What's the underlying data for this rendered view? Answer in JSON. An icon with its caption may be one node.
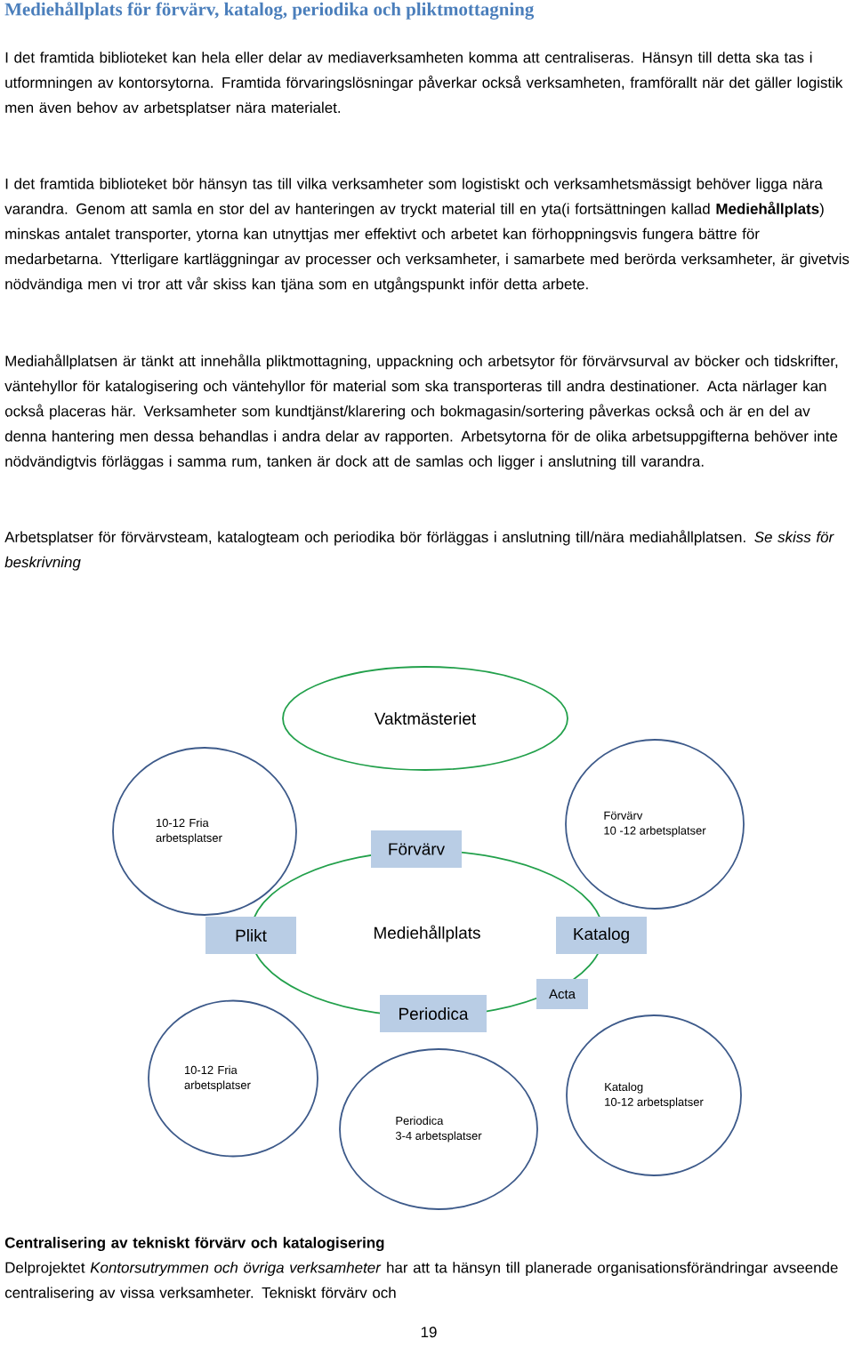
{
  "diagram": {
    "title": "Mediehållplats för förvärv, katalog, periodika och pliktmottagning",
    "nodes": [
      {
        "text": [
          "Vaktmästeriet"
        ]
      },
      {
        "text": [
          "10-12 Fria arbetsplatser"
        ]
      },
      {
        "text": [
          "Förvärv",
          "10 -12 arbetsplatser"
        ]
      },
      {
        "text": [
          "Mediehållplats"
        ]
      },
      {
        "text": [
          "Förvärv"
        ]
      },
      {
        "text": [
          "Plikt"
        ]
      },
      {
        "text": [
          "Katalog"
        ]
      },
      {
        "text": [
          "Acta"
        ]
      },
      {
        "text": [
          "Periodica"
        ]
      },
      {
        "text": [
          "10-12 Fria arbetsplatser"
        ]
      },
      {
        "text": [
          "Periodica",
          "3-4  arbetsplatser"
        ]
      },
      {
        "text": [
          "Katalog",
          "10-12 arbetsplatser"
        ]
      }
    ],
    "labels": [
      "I det framtida biblioteket kan hela eller delar av mediaverksamheten komma att centraliseras. Hänsyn till detta ska tas i utformningen av kontorsytorna. Framtida förvaringslösningar påverkar också verksamheten, framförallt när det gäller logistik men även behov av arbetsplatser nära materialet.",
      "I det framtida biblioteket bör hänsyn tas till vilka verksamheter som logistiskt och verksamhetsmässigt behöver ligga nära varandra. Genom att samla en stor del av hanteringen av tryckt material till en yta(i fortsättningen kallad **Mediehållplats**) minskas antalet transporter, ytorna kan utnyttjas mer effektivt och arbetet kan förhoppningsvis fungera bättre för medarbetarna. Ytterligare kartläggningar av processer och verksamheter, i samarbete med berörda verksamheter, är givetvis nödvändiga men vi tror att vår skiss kan tjäna som en utgångspunkt inför detta arbete.",
      "Mediahållplatsen är tänkt att innehålla pliktmottagning, uppackning och arbetsytor för förvärvsurval av böcker och tidskrifter, väntehyllor för katalogisering och väntehyllor för material som ska transporteras till andra destinationer. Acta närlager kan också placeras här.  Verksamheter som kundtjänst/klarering och bokmagasin/sortering påverkas också och är en del av denna hantering men dessa behandlas i andra delar av rapporten. Arbetsytorna för de olika arbetsuppgifterna behöver inte nödvändigtvis förläggas i samma rum, tanken är dock att de samlas och ligger i anslutning till varandra.",
      "Arbetsplatser för förvärvsteam, katalogteam och periodika bör förläggas i anslutning till/nära mediahållplatsen. *Se skiss för beskrivning*",
      "Centralisering av tekniskt förvärv och katalogisering",
      "Delprojektet *Kontorsutrymmen och övriga verksamheter* har att ta hänsyn till planerade organisationsförändringar avseende centralisering av vissa verksamheter. Tekniskt förvärv och",
      "19"
    ]
  }
}
